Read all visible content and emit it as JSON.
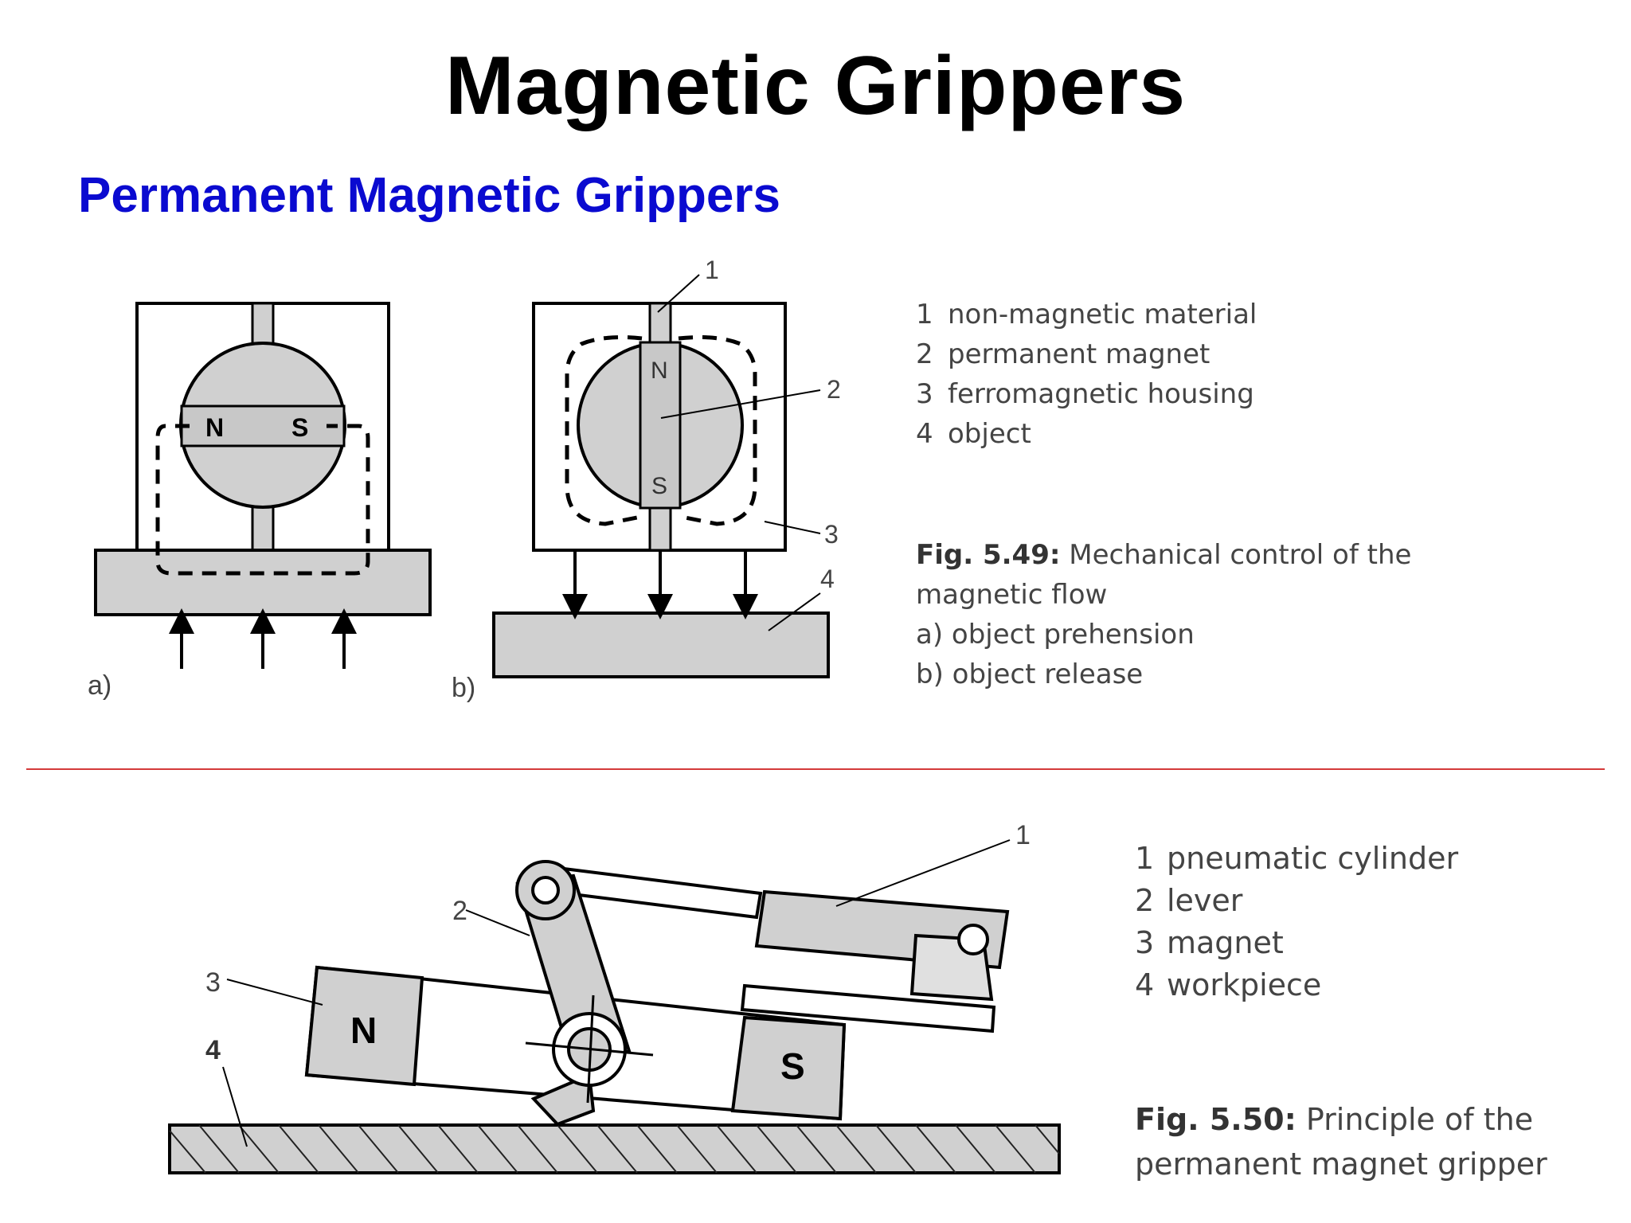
{
  "title": "Magnetic  Grippers",
  "subtitle": "Permanent Magnetic Grippers",
  "fig49": {
    "legend": [
      {
        "num": "1",
        "text": "non-magnetic material"
      },
      {
        "num": "2",
        "text": "permanent magnet"
      },
      {
        "num": "3",
        "text": "ferromagnetic housing"
      },
      {
        "num": "4",
        "text": "object"
      }
    ],
    "caption_label": "Fig. 5.49:",
    "caption_text": "Mechanical control of the magnetic flow",
    "caption_a": "a) object prehension",
    "caption_b": "b) object release",
    "panel_a": "a)",
    "panel_b": "b)",
    "pole_n": "N",
    "pole_s": "S",
    "callouts": [
      "1",
      "2",
      "3",
      "4"
    ]
  },
  "fig50": {
    "legend": [
      {
        "num": "1",
        "text": "pneumatic cylinder"
      },
      {
        "num": "2",
        "text": "lever"
      },
      {
        "num": "3",
        "text": "magnet"
      },
      {
        "num": "4",
        "text": "workpiece"
      }
    ],
    "caption_label": "Fig. 5.50:",
    "caption_text": "Principle of the permanent magnet gripper",
    "pole_n": "N",
    "pole_s": "S",
    "callouts": [
      "1",
      "2",
      "3",
      "4"
    ]
  },
  "colors": {
    "subtitle": "#0a0ad0",
    "divider": "#d43a3a",
    "fill_gray": "#d0d0d0",
    "legend_text": "#444444"
  }
}
